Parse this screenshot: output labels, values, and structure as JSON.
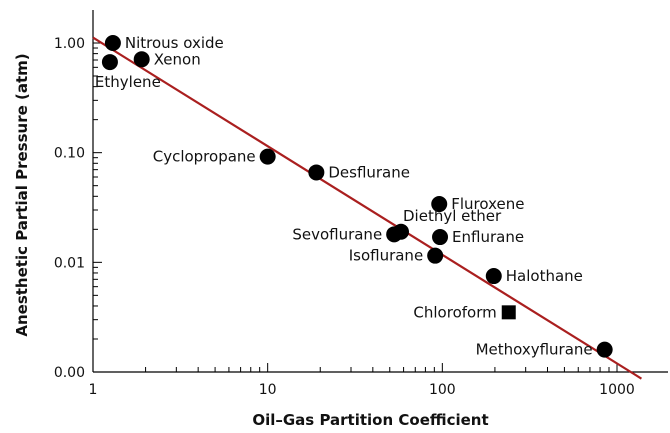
{
  "chart_data": {
    "type": "scatter",
    "title": "",
    "xlabel": "Oil–Gas Partition Coefficient",
    "ylabel": "Anesthetic Partial Pressure (atm)",
    "x_scale": "log",
    "y_scale": "log",
    "xlim": [
      1,
      1800
    ],
    "ylim": [
      0.001,
      1.6
    ],
    "x_ticks": [
      1,
      10,
      100,
      1000
    ],
    "x_tick_labels": [
      "1",
      "10",
      "100",
      "1000"
    ],
    "y_ticks": [
      0.001,
      0.01,
      0.1,
      1
    ],
    "y_tick_labels": [
      "0.00",
      "0.01",
      "0.10",
      "1.00"
    ],
    "grid": false,
    "legend": "none",
    "point_color": "#000000",
    "fit_line": {
      "color": "#aa1f1f",
      "x": [
        1,
        1380
      ],
      "y": [
        1.12,
        0.00087
      ]
    },
    "points": [
      {
        "label": "Nitrous oxide",
        "x": 1.3,
        "y": 1.0,
        "marker": "circle",
        "label_anchor": "right"
      },
      {
        "label": "Xenon",
        "x": 1.9,
        "y": 0.71,
        "marker": "circle",
        "label_anchor": "right"
      },
      {
        "label": "Ethylene",
        "x": 1.25,
        "y": 0.67,
        "marker": "circle",
        "label_anchor": "below"
      },
      {
        "label": "Cyclopropane",
        "x": 10,
        "y": 0.092,
        "marker": "circle",
        "label_anchor": "left"
      },
      {
        "label": "Desflurane",
        "x": 19,
        "y": 0.066,
        "marker": "circle",
        "label_anchor": "right"
      },
      {
        "label": "Fluroxene",
        "x": 96,
        "y": 0.034,
        "marker": "circle",
        "label_anchor": "right"
      },
      {
        "label": "Diethyl ether",
        "x": 58,
        "y": 0.019,
        "marker": "circle",
        "label_anchor": "above-right"
      },
      {
        "label": "Sevoflurane",
        "x": 53,
        "y": 0.018,
        "marker": "circle",
        "label_anchor": "left"
      },
      {
        "label": "Enflurane",
        "x": 97,
        "y": 0.017,
        "marker": "circle",
        "label_anchor": "right"
      },
      {
        "label": "Isoflurane",
        "x": 91,
        "y": 0.0115,
        "marker": "circle",
        "label_anchor": "left"
      },
      {
        "label": "Halothane",
        "x": 197,
        "y": 0.0075,
        "marker": "circle",
        "label_anchor": "right"
      },
      {
        "label": "Chloroform",
        "x": 240,
        "y": 0.0035,
        "marker": "square",
        "label_anchor": "left"
      },
      {
        "label": "Methoxyflurane",
        "x": 850,
        "y": 0.0016,
        "marker": "circle",
        "label_anchor": "left"
      }
    ]
  }
}
